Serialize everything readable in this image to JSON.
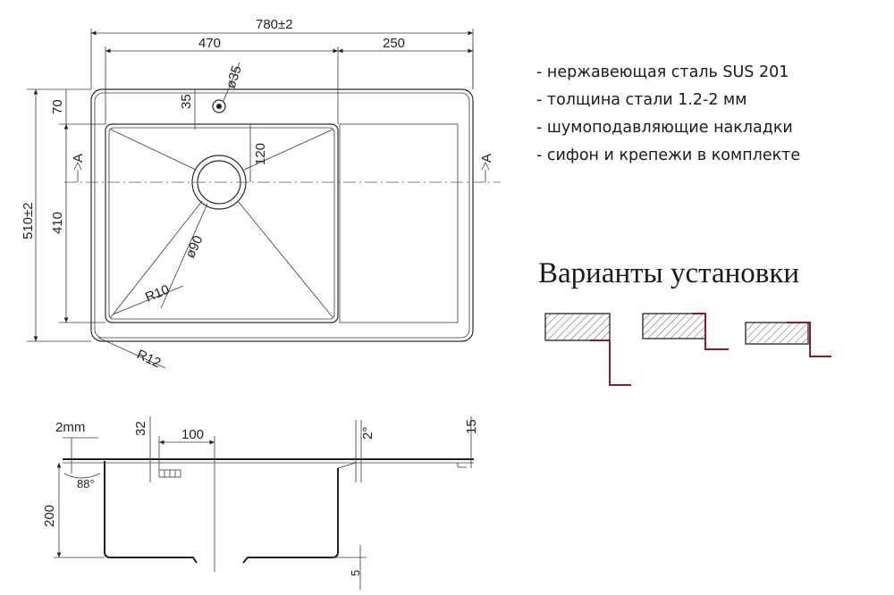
{
  "dimensions": {
    "overall_width": "780±2",
    "bowl_width": "470",
    "wing_width": "250",
    "overall_depth": "510±2",
    "bowl_depth": "410",
    "front_offset": "70",
    "tap_hole_offset": "35",
    "tap_hole_diameter": "ø35",
    "drain_offset": "120",
    "drain_diameter": "ø90",
    "inner_radius": "R10",
    "outer_radius": "R12",
    "section_marker_left": "A",
    "section_marker_right": "A"
  },
  "section": {
    "thickness": "2mm",
    "angle": "88°",
    "depth": "200",
    "overflow_height": "32",
    "overflow_offset": "100",
    "slope": "2°",
    "edge_height": "15",
    "bottom_step": "5"
  },
  "features": [
    "- нержавеющая сталь SUS 201",
    "- толщина стали 1.2-2 мм",
    "- шумоподавляющие накладки",
    "- сифон и крепежи в комплекте"
  ],
  "install": {
    "title": "Варианты установки"
  },
  "colors": {
    "line": "#2a2a2a",
    "accent": "#8b1a2a",
    "background": "#ffffff"
  }
}
